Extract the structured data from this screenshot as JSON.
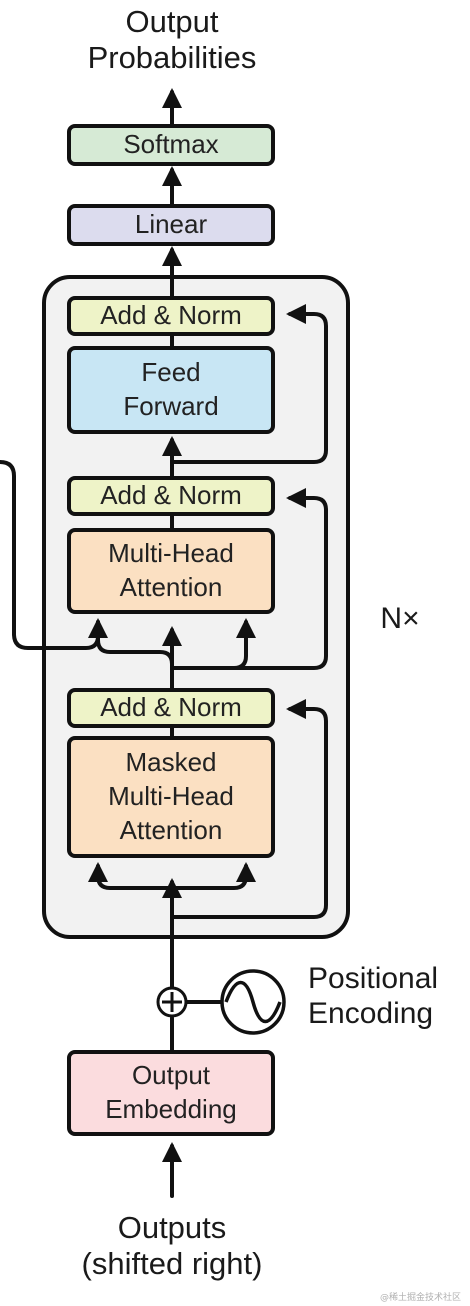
{
  "labels": {
    "output_probabilities": "Output\nProbabilities",
    "softmax": "Softmax",
    "linear": "Linear",
    "add_norm_top": "Add & Norm",
    "feed_forward": "Feed\nForward",
    "add_norm_middle": "Add & Norm",
    "multi_head_attention": "Multi-Head\nAttention",
    "add_norm_bottom": "Add & Norm",
    "masked_multi_head_attention": "Masked\nMulti-Head\nAttention",
    "nx": "N×",
    "positional_encoding": "Positional\nEncoding",
    "output_embedding": "Output\nEmbedding",
    "outputs": "Outputs\n(shifted right)",
    "watermark": "@稀土掘金技术社区"
  },
  "colors": {
    "softmax": "#d6ead5",
    "linear": "#dcdcee",
    "add_norm": "#eef3c8",
    "feed_forward": "#c8e6f4",
    "attention": "#fbe0c2",
    "output_embedding": "#fbdcde",
    "decoder_block": "#f2f2f2",
    "stroke": "#111111"
  }
}
